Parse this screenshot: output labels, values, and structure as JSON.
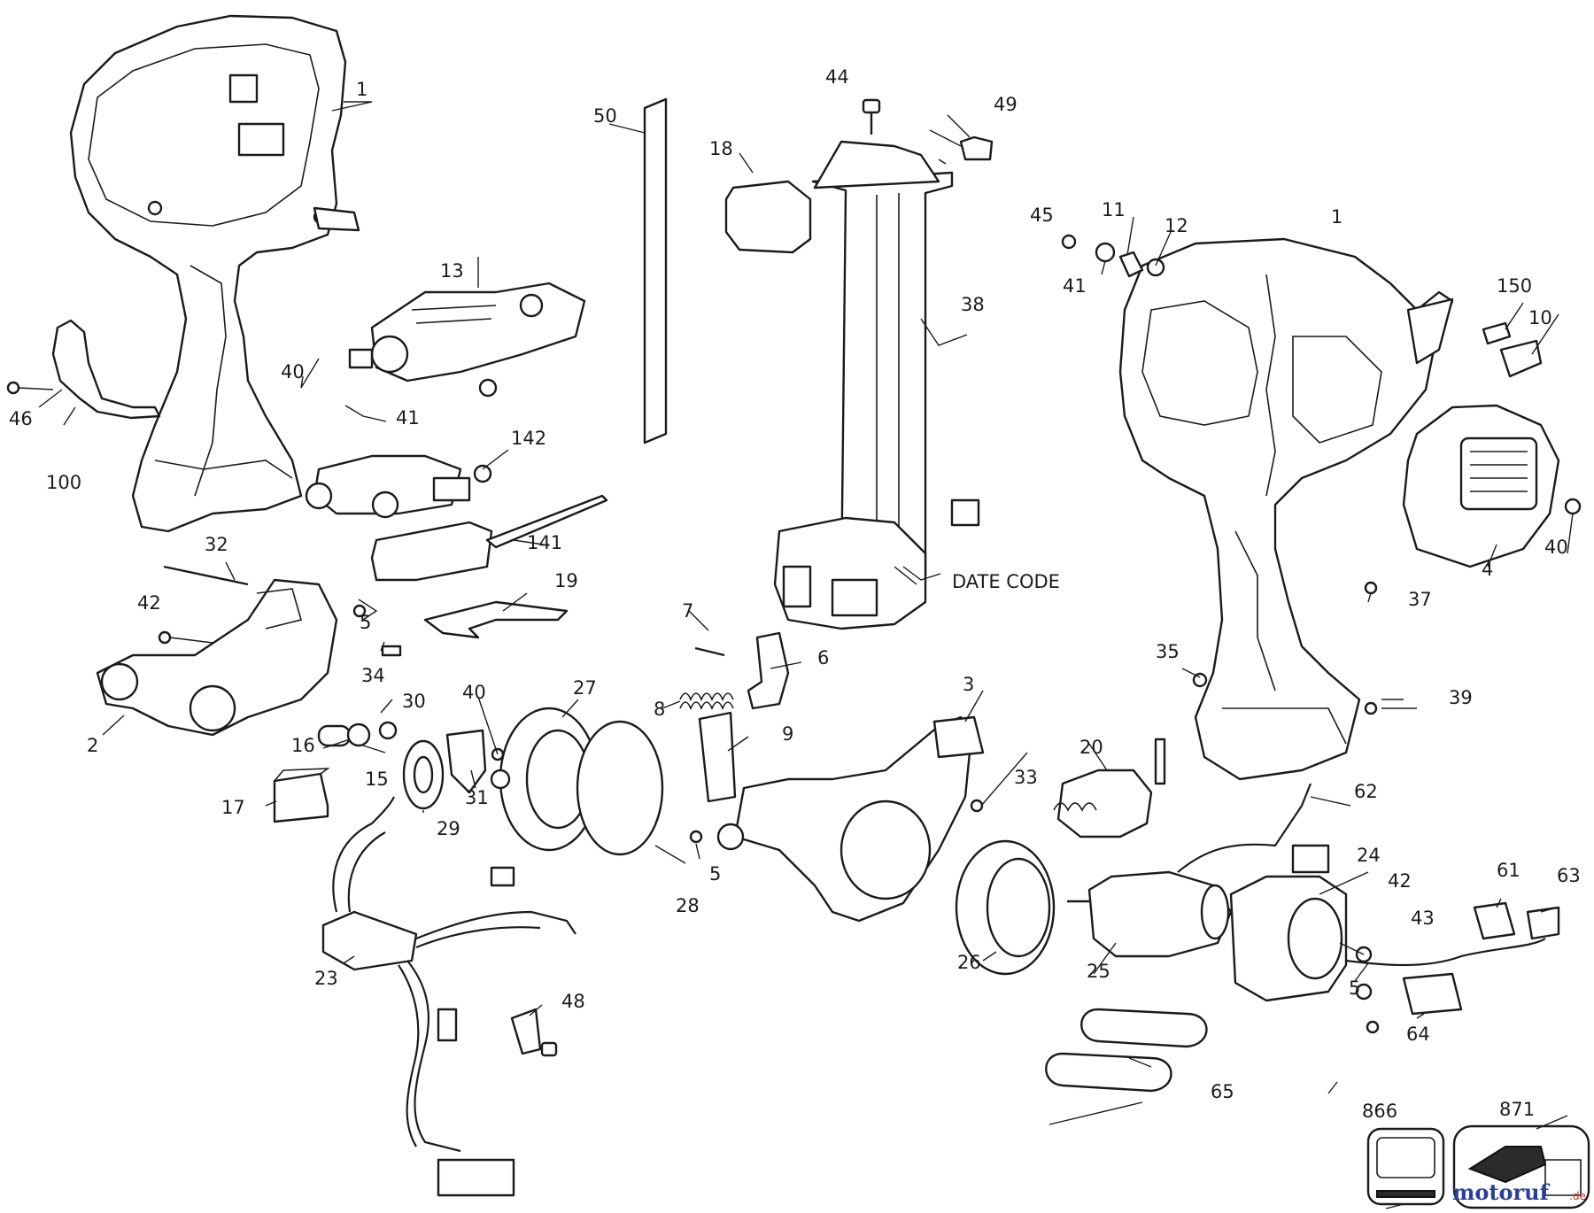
{
  "labels": {
    "l1a": "1",
    "l1b": "1",
    "l2": "2",
    "l3": "3",
    "l4": "4",
    "l5a": "5",
    "l5b": "5",
    "l5c": "5",
    "l6": "6",
    "l7": "7",
    "l8": "8",
    "l9": "9",
    "l10": "10",
    "l11": "11",
    "l12": "12",
    "l13": "13",
    "l15": "15",
    "l16": "16",
    "l17": "17",
    "l18": "18",
    "l19": "19",
    "l20": "20",
    "l23": "23",
    "l24": "24",
    "l25": "25",
    "l26": "26",
    "l27": "27",
    "l28": "28",
    "l29": "29",
    "l30": "30",
    "l31": "31",
    "l32": "32",
    "l33": "33",
    "l34": "34",
    "l35": "35",
    "l37": "37",
    "l38": "38",
    "l39": "39",
    "l40a": "40",
    "l40b": "40",
    "l40c": "40",
    "l41a": "41",
    "l41b": "41",
    "l42a": "42",
    "l42b": "42",
    "l43": "43",
    "l44": "44",
    "l45": "45",
    "l46": "46",
    "l48": "48",
    "l49": "49",
    "l50": "50",
    "l61": "61",
    "l62": "62",
    "l63": "63",
    "l64": "64",
    "l65": "65",
    "l100": "100",
    "l141": "141",
    "l142": "142",
    "l150": "150",
    "l866": "866",
    "l871": "871",
    "date_code": "DATE CODE"
  },
  "watermark": {
    "text_main": "motoruf",
    "text_suffix": ".de"
  },
  "colors": {
    "line": "#1b1b1b",
    "background": "#ffffff",
    "watermark_blue": "#2a3f9a",
    "watermark_red": "#c8302a"
  }
}
